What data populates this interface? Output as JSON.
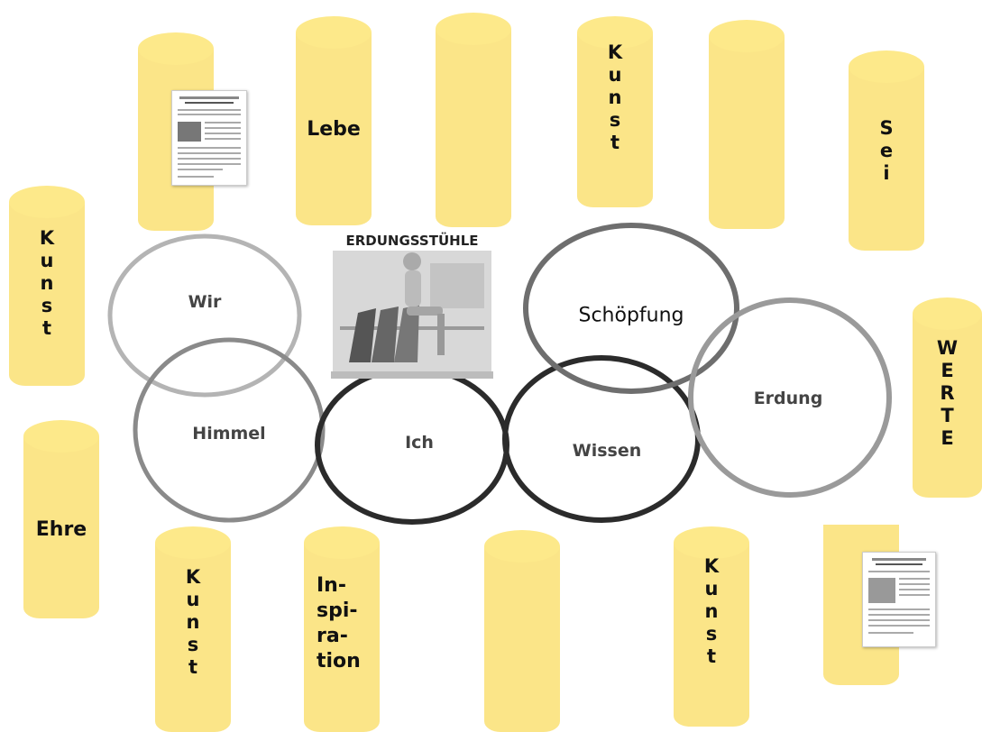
{
  "photo": {
    "title": "ERDUNGSSTÜHLE"
  },
  "circles": {
    "wir": "Wir",
    "himmel": "Himmel",
    "ich": "Ich",
    "wissen": "Wissen",
    "schoepfung": "Schöpfung",
    "erdung": "Erdung"
  },
  "pillars": {
    "p1": "",
    "p2": "Lebe",
    "p3": "",
    "p4": "K\nu\nn\ns\nt",
    "p5": "",
    "p6": "S\ne\ni",
    "p7": "K\nu\nn\ns\nt",
    "p8": "W\nE\nR\nT\nE",
    "p9": "Ehre",
    "p10": "K\nu\nn\ns\nt",
    "p11": "In-\nspi-\nra-\ntion",
    "p12": "",
    "p13": "K\nu\nn\ns\nt",
    "p14": ""
  }
}
